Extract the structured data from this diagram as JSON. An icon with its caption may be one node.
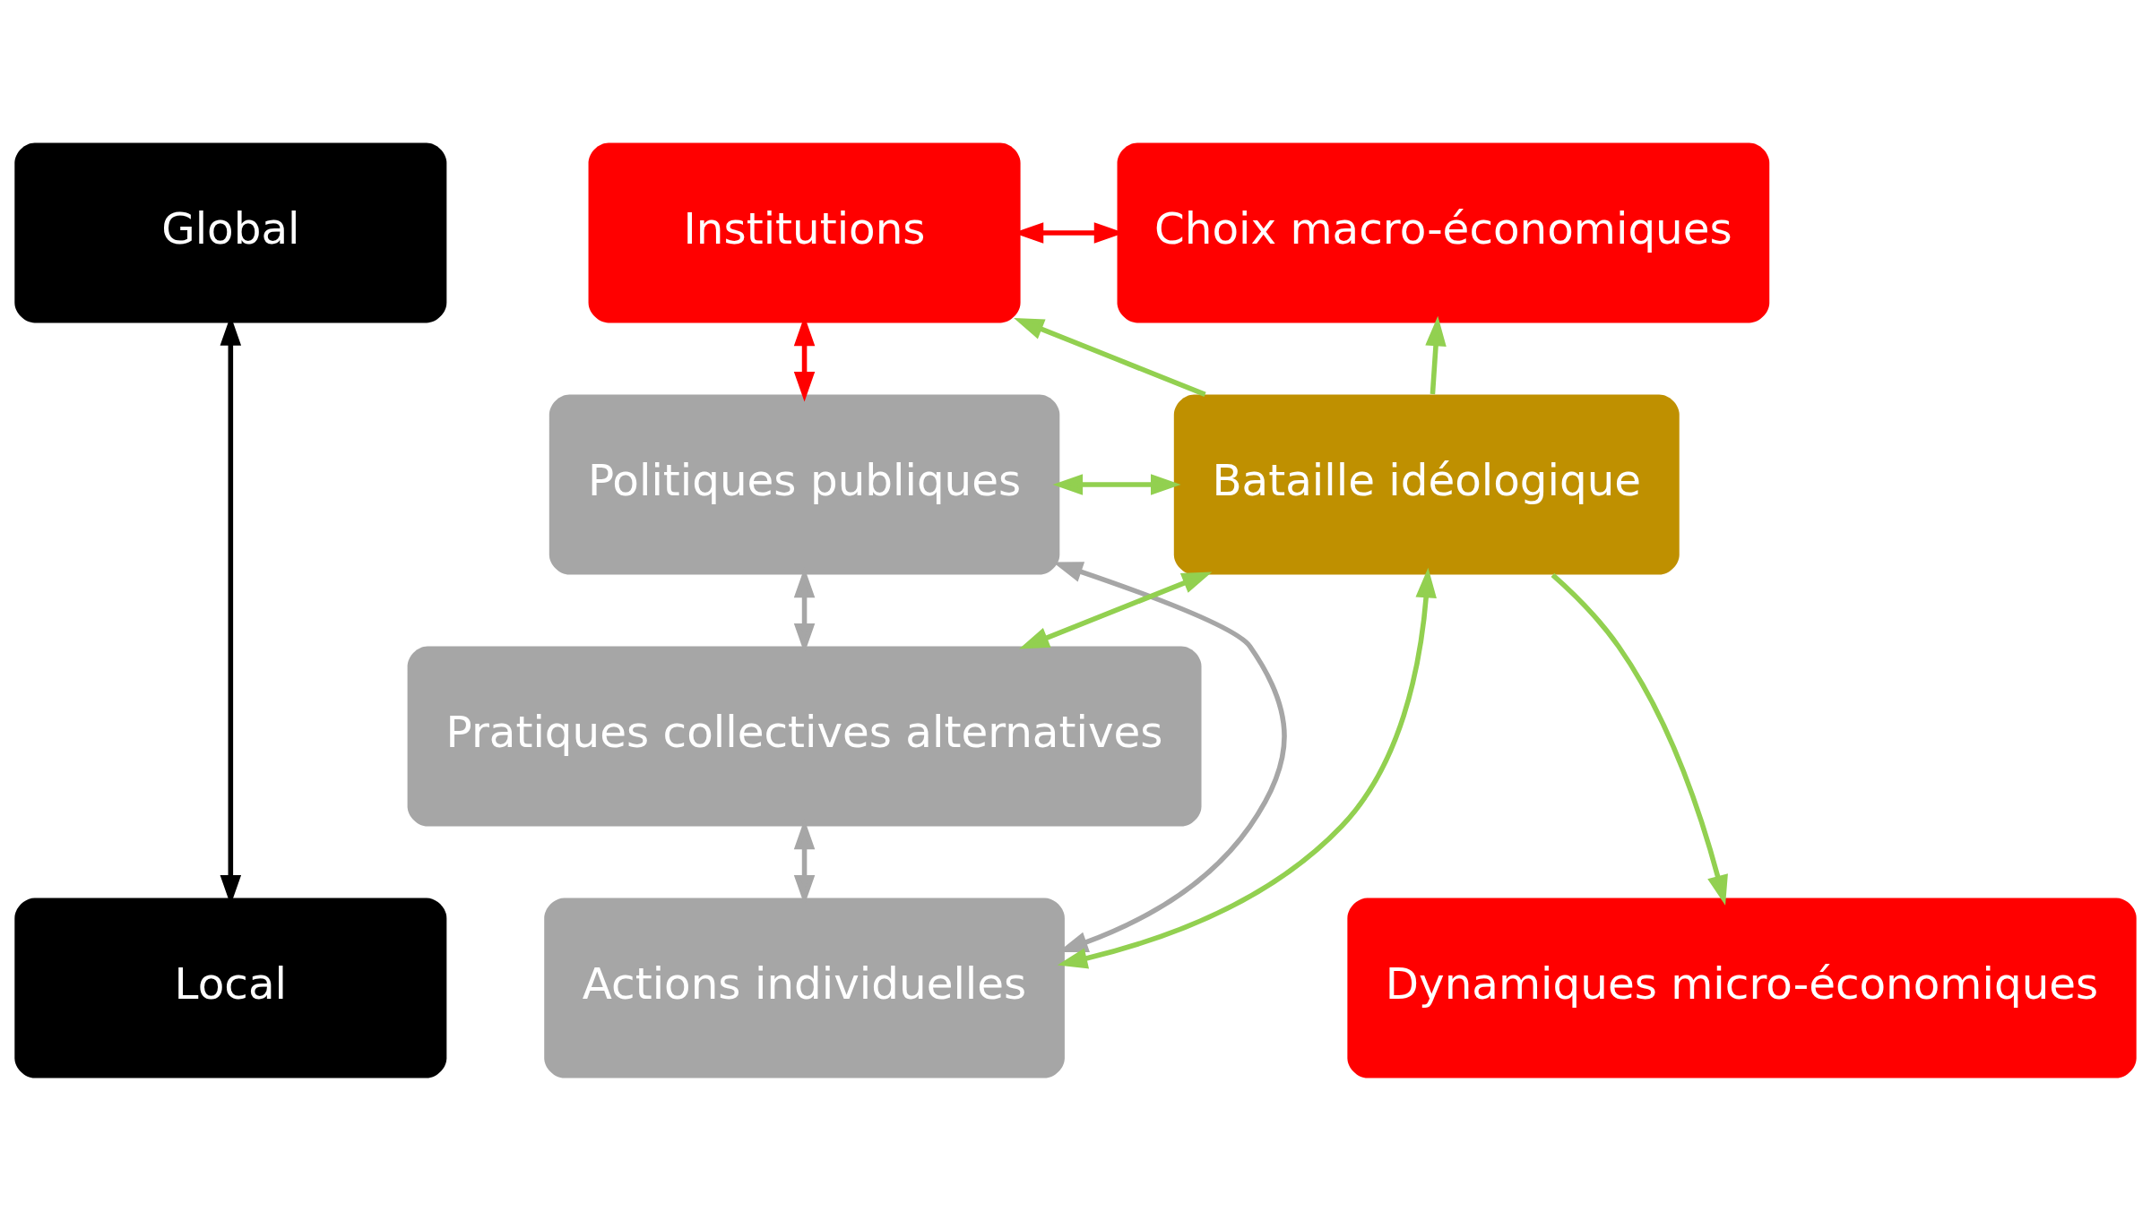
{
  "diagram": {
    "nodes": [
      {
        "text": [
          "Global"
        ]
      },
      {
        "text": [
          "Local"
        ]
      },
      {
        "text": [
          "Institutions"
        ]
      },
      {
        "text": [
          "Choix macro-économiques"
        ]
      },
      {
        "text": [
          "Politiques publiques"
        ]
      },
      {
        "text": [
          "Pratiques collectives alternatives"
        ]
      },
      {
        "text": [
          "Actions individuelles"
        ]
      },
      {
        "text": [
          "Bataille idéologique"
        ]
      },
      {
        "text": [
          "Dynamiques micro-économiques"
        ]
      }
    ],
    "edges": [
      {
        "from": 0,
        "to": 1,
        "arrow": "both",
        "color": "#000000"
      },
      {
        "from": 2,
        "to": 3,
        "arrow": "both",
        "color": "#ff0000"
      },
      {
        "from": 2,
        "to": 4,
        "arrow": "both",
        "color": "#ff0000"
      },
      {
        "from": 4,
        "to": 5,
        "arrow": "both",
        "color": "#a6a6a6"
      },
      {
        "from": 5,
        "to": 6,
        "arrow": "both",
        "color": "#a6a6a6"
      },
      {
        "from": 4,
        "to": 6,
        "arrow": "both",
        "color": "#a6a6a6"
      },
      {
        "from": 7,
        "to": 2,
        "arrow": "to"
      },
      {
        "from": 7,
        "to": 3,
        "arrow": "to"
      },
      {
        "from": 7,
        "to": 4,
        "arrow": "both"
      },
      {
        "from": 7,
        "to": 5,
        "arrow": "both"
      },
      {
        "from": 7,
        "to": 6,
        "arrow": "both"
      },
      {
        "from": 7,
        "to": 8,
        "arrow": "to"
      }
    ]
  }
}
